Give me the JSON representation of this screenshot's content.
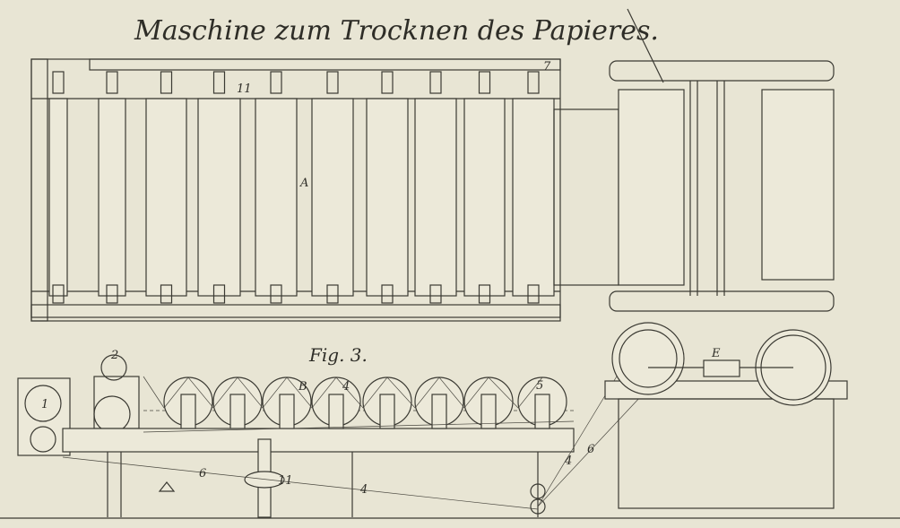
{
  "title": "Maschine zum Trocknen des Papieres.",
  "figure_label": "Fig. 3.",
  "labels": {
    "A": "A",
    "B": "B",
    "E": "E",
    "one": "1",
    "two": "2",
    "four_a": "4",
    "four_b": "4",
    "four_c": "4",
    "five": "5",
    "six_a": "6",
    "six_b": "6",
    "seven": "7",
    "eleven_top": "11",
    "eleven_bottom": "11"
  },
  "colors": {
    "paper": "#e8e5d4",
    "ink": "#3b3a33"
  }
}
